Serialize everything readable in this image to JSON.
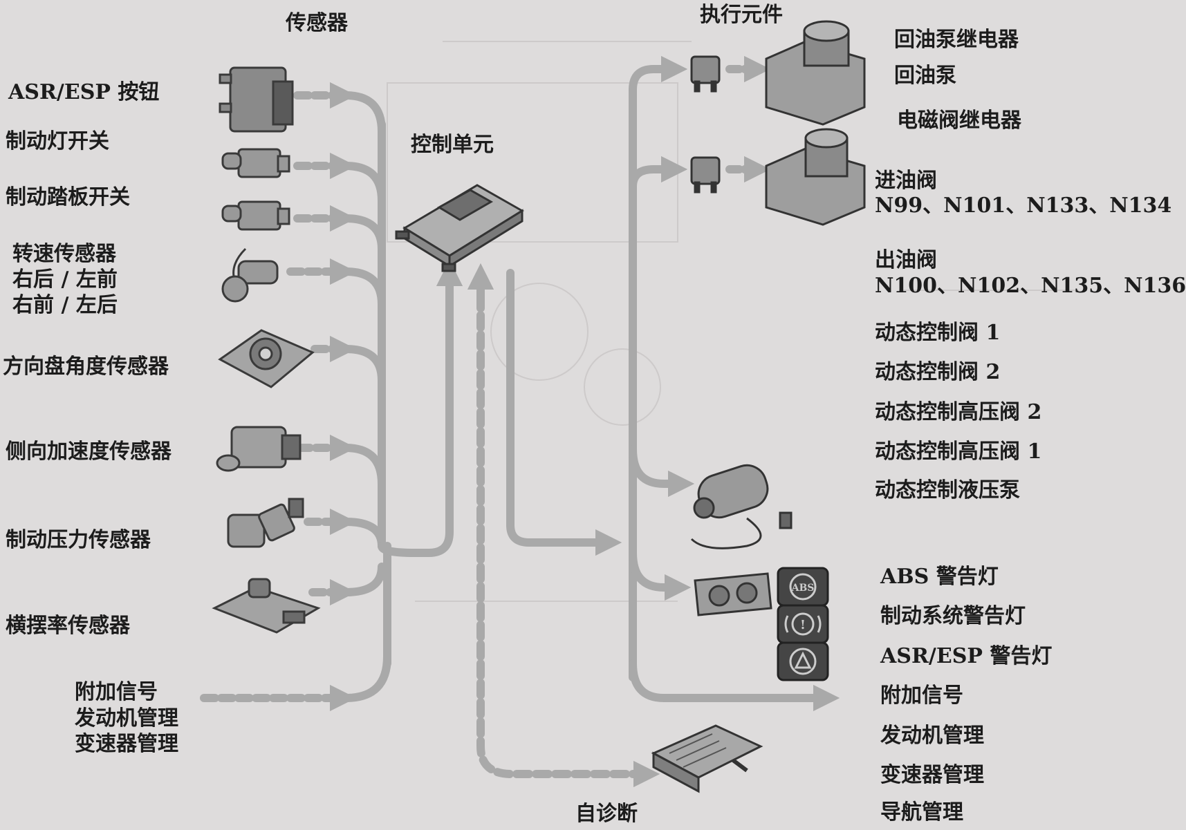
{
  "headers": {
    "sensors": "传感器",
    "control_unit": "控制单元",
    "actuators": "执行元件",
    "self_diagnosis": "自诊断"
  },
  "sensors": [
    "ASR/ESP 按钮",
    "制动灯开关",
    "制动踏板开关",
    "转速传感器",
    "右后 / 左前",
    "右前 / 左后",
    "方向盘角度传感器",
    "侧向加速度传感器",
    "制动压力传感器",
    "横摆率传感器",
    "附加信号",
    "发动机管理",
    "变速器管理"
  ],
  "actuators": [
    "回油泵继电器",
    "回油泵",
    "电磁阀继电器",
    "进油阀",
    "N99、N101、N133、N134",
    "出油阀",
    "N100、N102、N135、N136",
    "动态控制阀 1",
    "动态控制阀 2",
    "动态控制高压阀 2",
    "动态控制高压阀 1",
    "动态控制液压泵",
    "ABS 警告灯",
    "制动系统警告灯",
    "ASR/ESP 警告灯",
    "附加信号",
    "发动机管理",
    "变速器管理",
    "导航管理"
  ],
  "colors": {
    "background": "#dedcdc",
    "flow_line": "#a9a9a9",
    "component": "#6f6f6f",
    "text": "#1c1c1c"
  }
}
